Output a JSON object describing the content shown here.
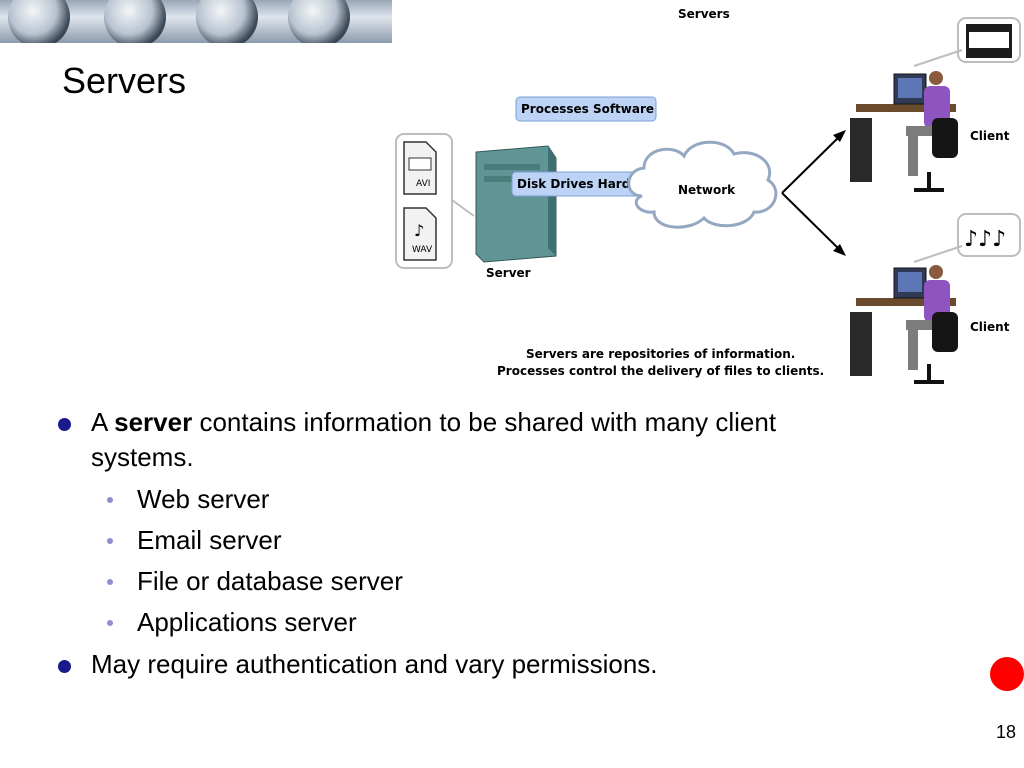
{
  "slide": {
    "title": "Servers",
    "page_number": "18"
  },
  "diagram": {
    "caption_top": "Servers",
    "processes_label": "Processes Software",
    "disk_label": "Disk Drives Hardware",
    "network_label": "Network",
    "server_label": "Server",
    "avi_label": "AVI",
    "wav_label": "WAV",
    "client_labels": [
      "Client",
      "Client"
    ],
    "footer_lines": [
      "Servers are repositories of information.",
      "Processes control the delivery of files to clients."
    ]
  },
  "bullets": {
    "b1_prefix": "A ",
    "b1_bold": "server",
    "b1_rest": " contains information to be shared with many client systems.",
    "sub_items": [
      "Web server",
      "Email server",
      "File or database server",
      "Applications server"
    ],
    "b2": "May require authentication and vary permissions."
  },
  "colors": {
    "bullet": "#1a1a8c",
    "sub_bullet": "#8f8fcf",
    "accent_red": "#ff0000",
    "label_box": "#bcd3f5"
  }
}
